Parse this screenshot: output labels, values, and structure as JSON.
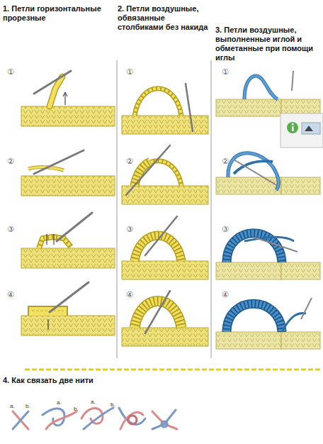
{
  "diagram": {
    "labels": [
      "1. Петли горизонтальные прорезные",
      "2. Петли воздушные, обвязанные столбиками без накида",
      "3. Петли воздушные, выполненные иглой и обметанные при помощи иглы",
      "①",
      "②",
      "③",
      "④",
      "①",
      "②",
      "③",
      "④",
      "①",
      "②",
      "③",
      "④",
      "4. Как связать две нити",
      "a.",
      "b.",
      "a.",
      "b.",
      "a.",
      "b."
    ]
  }
}
